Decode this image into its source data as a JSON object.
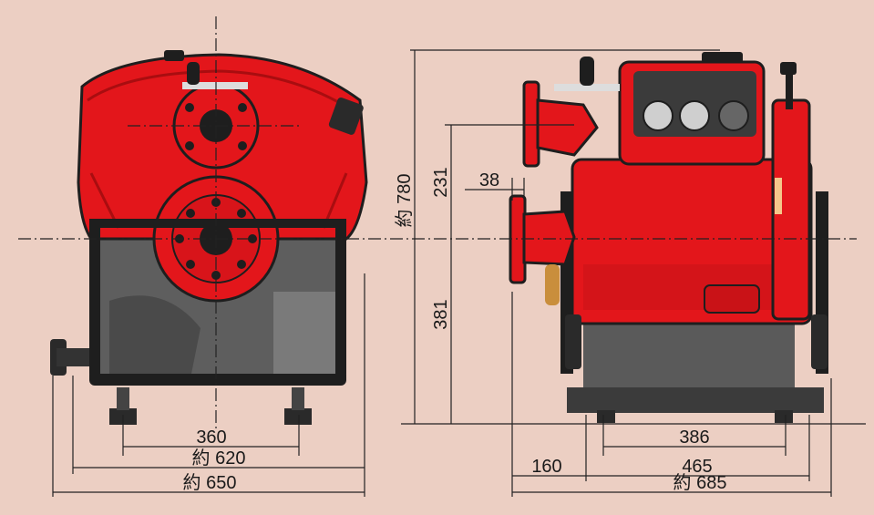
{
  "colors": {
    "background": "#eccfc3",
    "pump_red": "#e3161b",
    "pump_dark_red": "#a90d10",
    "frame_black": "#1e1e1e",
    "engine_gray": "#6e6e6e",
    "dimension_line": "#222222"
  },
  "front_view": {
    "dims": {
      "d360": "360",
      "d620": "約 620",
      "d650": "約 650"
    }
  },
  "side_view": {
    "dims": {
      "d780": "約 780",
      "d231": "231",
      "d381": "381",
      "d38": "38",
      "d386": "386",
      "d160": "160",
      "d465": "465",
      "d685": "約 685"
    }
  }
}
